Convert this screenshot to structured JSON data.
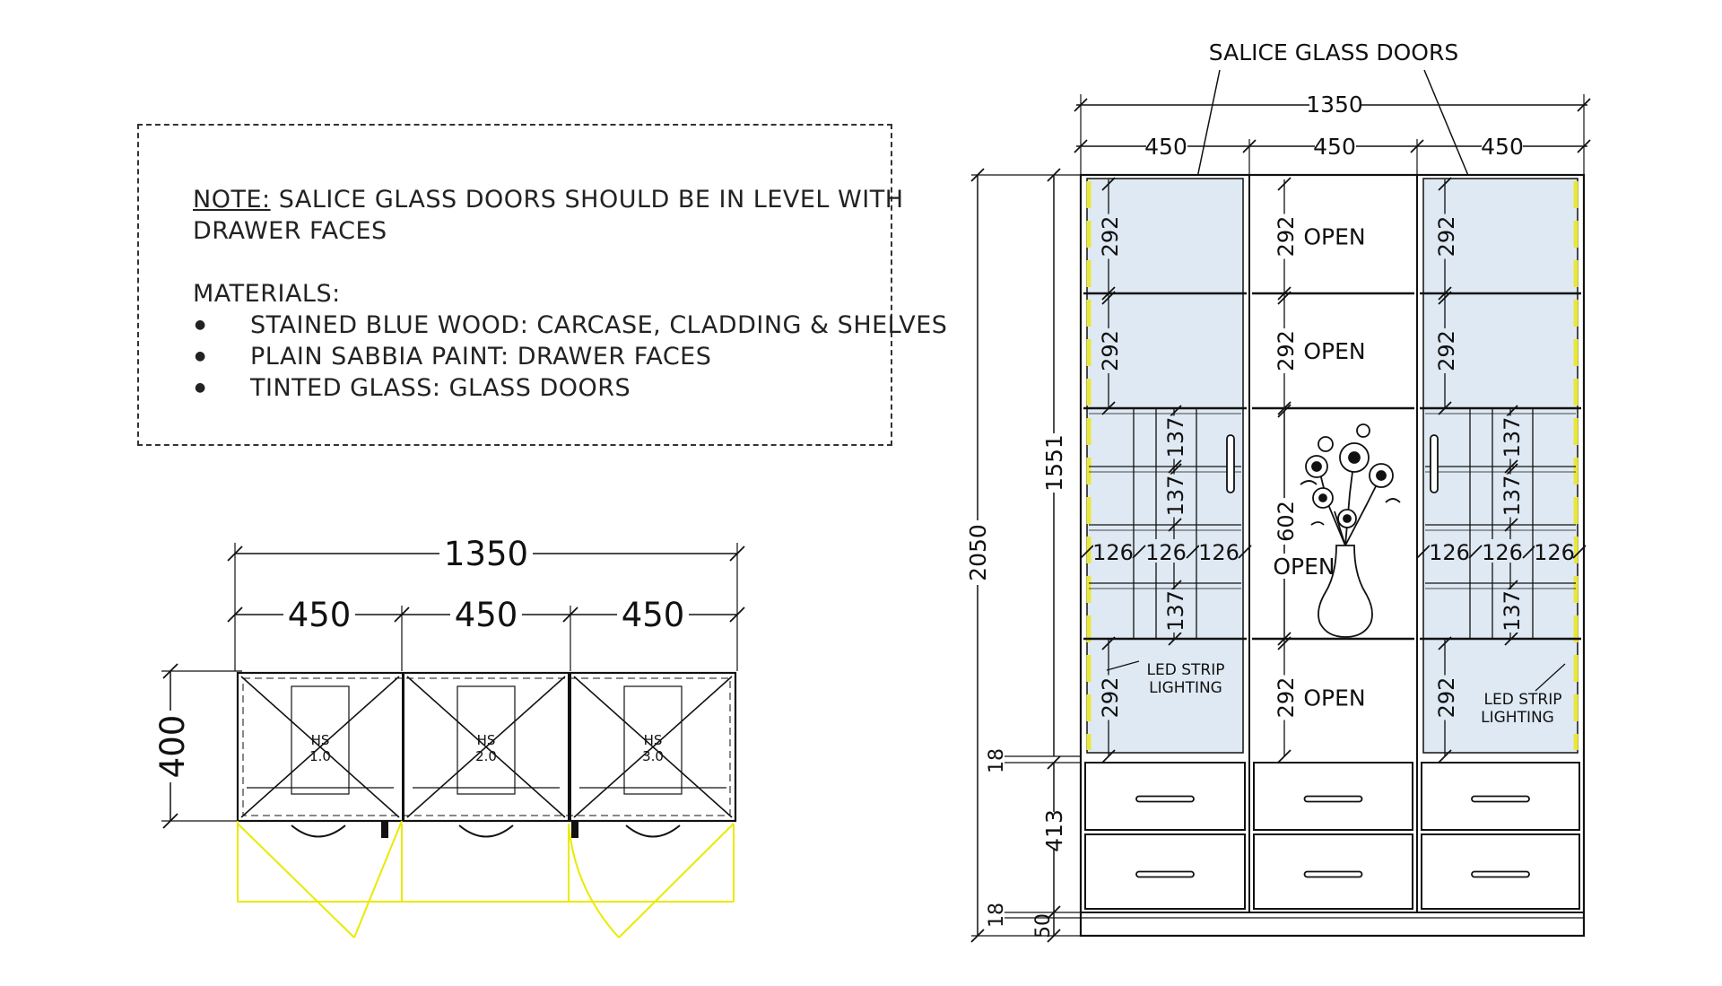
{
  "note": {
    "label": "NOTE:",
    "text_line1": "SALICE GLASS DOORS SHOULD BE IN LEVEL WITH",
    "text_line2": "DRAWER FACES",
    "materials_label": "MATERIALS:",
    "materials": [
      "STAINED BLUE WOOD: CARCASE, CLADDING & SHELVES",
      "PLAIN SABBIA PAINT: DRAWER FACES",
      "TINTED GLASS: GLASS DOORS"
    ]
  },
  "plan": {
    "overall_width": "1350",
    "bay_widths": [
      "450",
      "450",
      "450"
    ],
    "depth": "400",
    "bays": [
      {
        "code": "HS",
        "num": "1.0"
      },
      {
        "code": "HS",
        "num": "2.0"
      },
      {
        "code": "HS",
        "num": "3.0"
      }
    ]
  },
  "elevation": {
    "title": "SALICE GLASS DOORS",
    "overall_width": "1350",
    "bay_widths": [
      "450",
      "450",
      "450"
    ],
    "overall_height": "2050",
    "upper_height": "1551",
    "plinth_top": "18",
    "drawer_height": "413",
    "plinth_bottom_18": "18",
    "plinth_50": "50",
    "shelf_spacing": "292",
    "center_niche": "602",
    "grid_vertical": "137",
    "grid_horizontal": "126",
    "open_label": "OPEN",
    "led_label_1": "LED STRIP",
    "led_label_2": "LIGHTING"
  },
  "colors": {
    "glass": "#dfe9f3",
    "line": "#222222",
    "door_swing": "#f2f200",
    "led": "#e8e83a"
  }
}
